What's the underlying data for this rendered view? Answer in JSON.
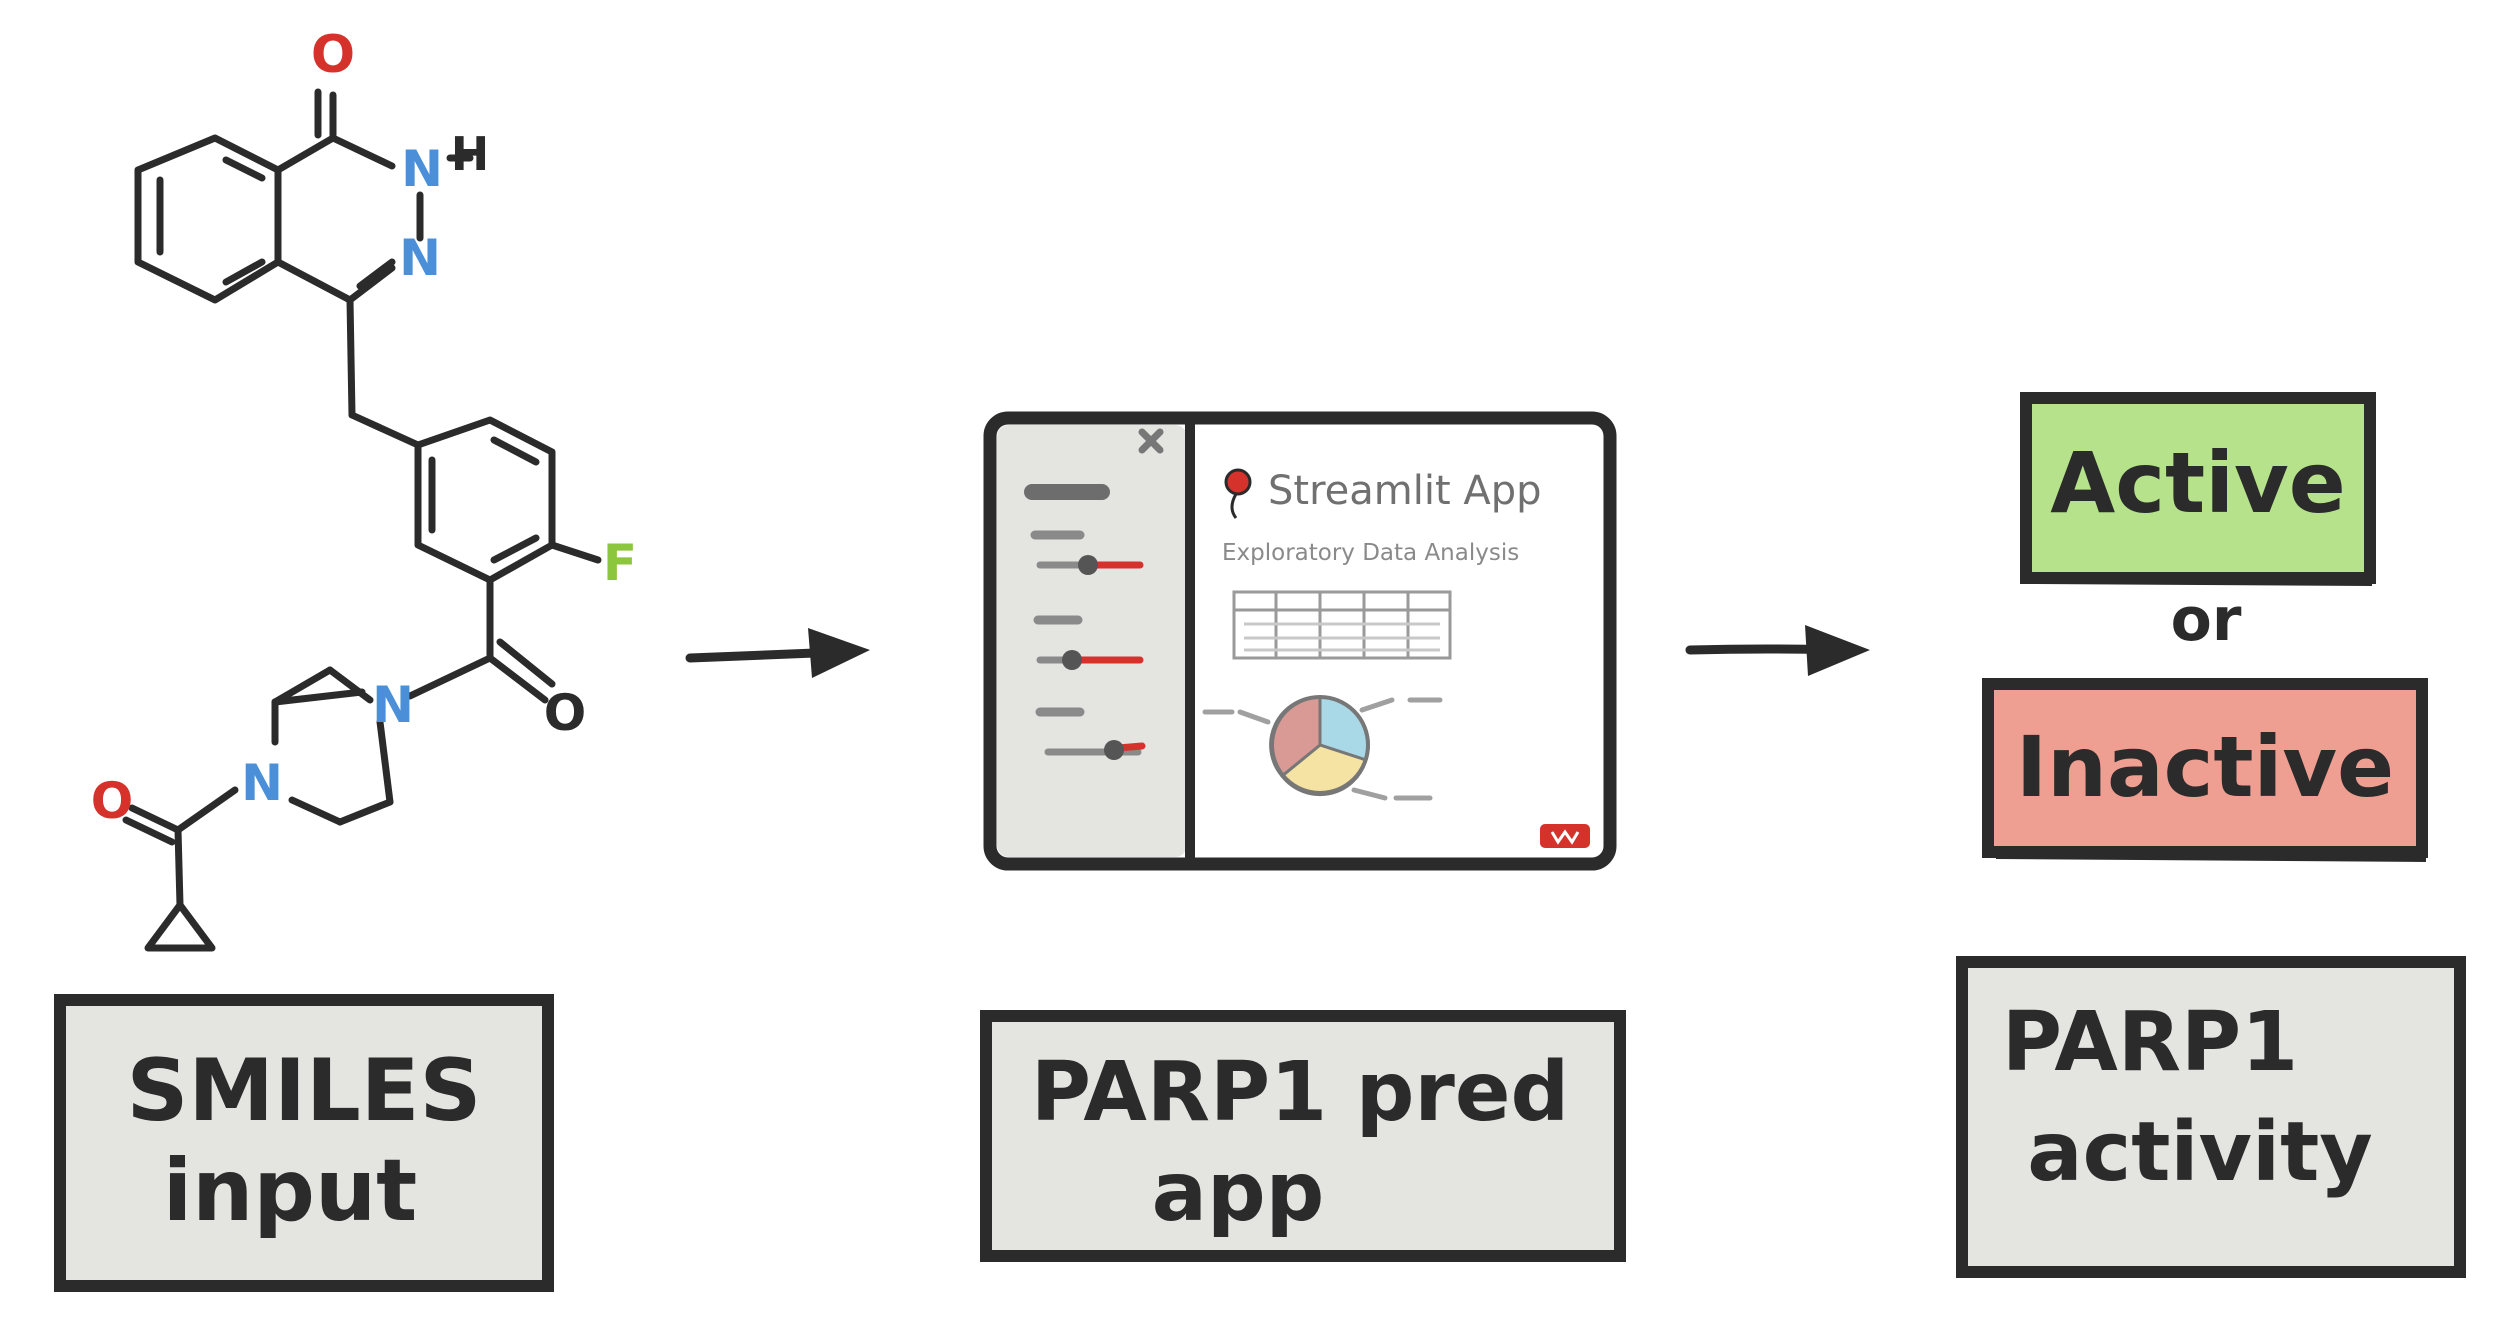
{
  "molecule": {
    "atoms": [
      "O",
      "N",
      "H",
      "N",
      "F",
      "N",
      "O",
      "N",
      "O"
    ],
    "colors": {
      "oxygen": "#d6322c",
      "nitrogen": "#4a8fd8",
      "fluorine": "#8cc63f",
      "bond": "#2b2b2b"
    }
  },
  "labels": {
    "input_line1": "SMILES",
    "input_line2": "input",
    "app_line1": "PARP1 pred",
    "app_line2": "app",
    "output_line1": "PARP1",
    "output_line2": "activity"
  },
  "app_window": {
    "title": "Streamlit App",
    "subtitle": "Exploratory Data Analysis",
    "icons": [
      "close-icon",
      "streamlit-logo-icon",
      "streamlit-badge-icon"
    ]
  },
  "outcomes": {
    "active": "Active",
    "or": "or",
    "inactive": "Inactive",
    "active_color": "#b5e28a",
    "inactive_color": "#ef9e92"
  },
  "box_color": "#e4e4e1"
}
